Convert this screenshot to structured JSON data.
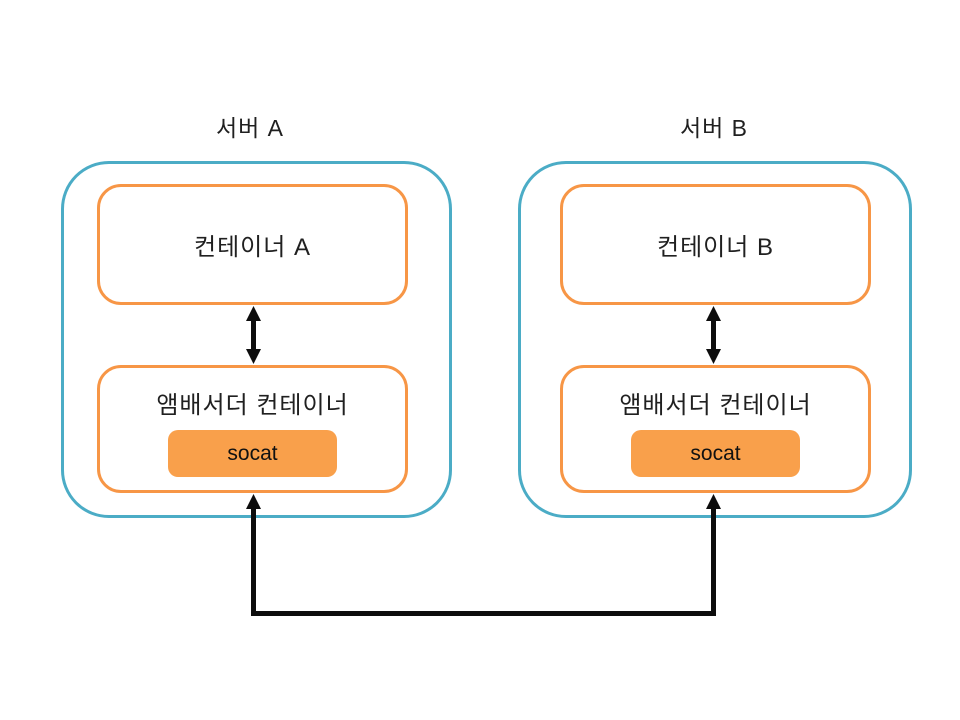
{
  "diagram": {
    "title": "ambassador-container-diagram",
    "colors": {
      "server_border": "#4BACC6",
      "container_border": "#F79646",
      "socat_fill": "#F9A04B",
      "arrow": "#0D0D0D",
      "text": "#202020",
      "bg": "#FFFFFF"
    },
    "server_a": {
      "label": "서버 A",
      "container": "컨테이너 A",
      "ambassador": "앰배서더 컨테이너",
      "socat": "socat"
    },
    "server_b": {
      "label": "서버 B",
      "container": "컨테이너 B",
      "ambassador": "앰배서더 컨테이너",
      "socat": "socat"
    },
    "connections": {
      "a_internal": "컨테이너 A ↔ 앰배서더 컨테이너",
      "b_internal": "컨테이너 B ↔ 앰배서더 컨테이너",
      "cross_server": "앰배서더 컨테이너 A ↔ 앰배서더 컨테이너 B"
    }
  }
}
